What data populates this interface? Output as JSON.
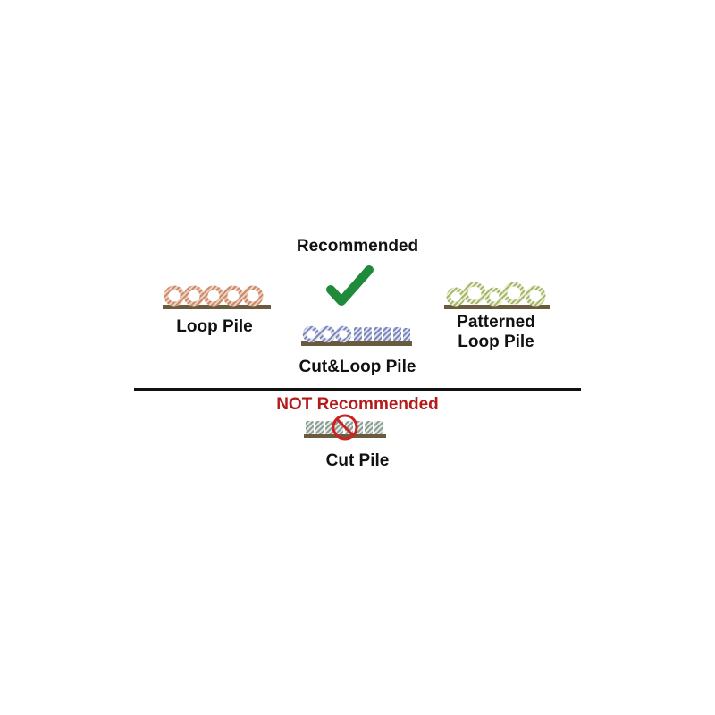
{
  "headings": {
    "recommended": "Recommended",
    "not_recommended": "NOT Recommended"
  },
  "carpets": {
    "loop_pile": "Loop Pile",
    "cut_loop_pile": "Cut&Loop Pile",
    "patterned_line1": "Patterned",
    "patterned_line2": "Loop Pile",
    "cut_pile": "Cut Pile"
  },
  "colors": {
    "recommended_text": "#111111",
    "not_recommended_text": "#b31b1b",
    "check": "#1f8a3a",
    "prohibited": "#cc2222",
    "loop_pile_yarn": "#c9896a",
    "cut_loop_yarn": "#7b86b8",
    "patterned_yarn": "#a4b46a",
    "cut_pile_yarn": "#9aa8a0",
    "backing": "#6b5b3e"
  },
  "icons": {
    "recommended_mark": "check-icon",
    "not_recommended_mark": "prohibited-icon"
  }
}
